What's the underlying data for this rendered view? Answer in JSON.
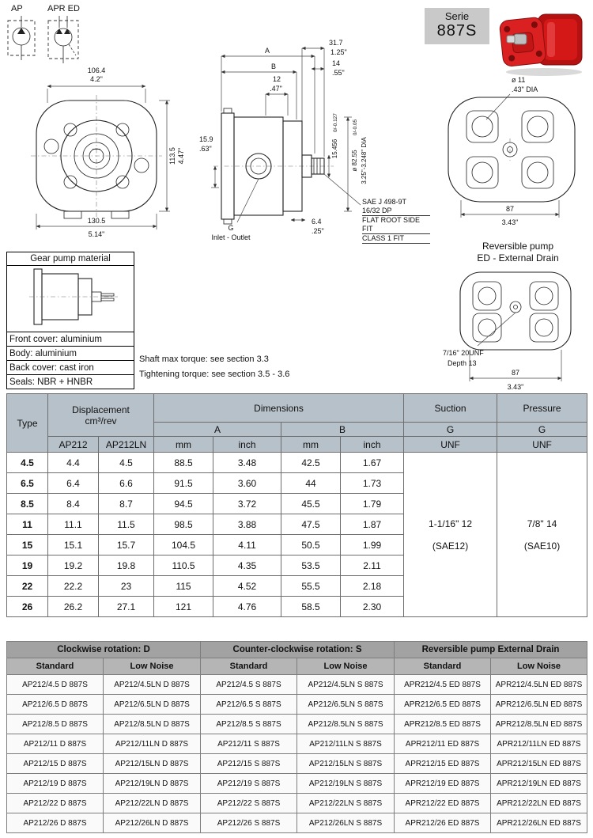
{
  "colors": {
    "table_header": "#b7c1c9",
    "order_group_header": "#a2a2a2",
    "order_sub_header": "#b5b5b5",
    "serie_box_bg": "#c9c9c9",
    "pump_red": "#c41414"
  },
  "symbols": {
    "ap": "AP",
    "apred": "APR ED"
  },
  "serie": {
    "label": "Serie",
    "value": "887S"
  },
  "front_view": {
    "top_mm": "106.4",
    "top_in": "4.2\"",
    "right_mm": "113.5",
    "right_in": "4.47\"",
    "bottom_mm": "130.5",
    "bottom_in": "5.14\""
  },
  "side_view": {
    "a": "A",
    "b": "B",
    "len1_mm": "31.7",
    "len1_in": "1.25\"",
    "len2_mm": "14",
    "len2_in": ".55\"",
    "len3_mm": "12",
    "len3_in": ".47\"",
    "port_mm": "15.9",
    "port_in": ".63\"",
    "off_mm": "6.4",
    "off_in": ".25\"",
    "shaft_dim": "15.456",
    "shaft_tol": "0/-0.127",
    "pilot_dim": "ø 82.55",
    "pilot_tol": "0/-0.05",
    "pilot_in": "3.25\"-3.248\" DIA",
    "spline_1": "SAE J 498-9T",
    "spline_2": "16/32 DP",
    "spline_3": "FLAT ROOT SIDE FIT",
    "spline_4": "CLASS 1 FIT",
    "g_label": "G",
    "g_note": "Inlet - Outlet"
  },
  "rear_view": {
    "dia_mm": "ø 11",
    "dia_in": ".43\" DIA",
    "w_mm": "87",
    "w_in": "3.43\""
  },
  "reversible": {
    "title_1": "Reversible pump",
    "title_2": "ED - External Drain",
    "thread": "7/16\" 20UNF",
    "depth": "Depth 13",
    "w_mm": "87",
    "w_in": "3.43\""
  },
  "material": {
    "title": "Gear pump material",
    "rows": [
      "Front cover: aluminium",
      "Body: aluminium",
      "Back cover: cast iron",
      "Seals: NBR + HNBR"
    ]
  },
  "notes": {
    "n1": "Shaft max torque: see section 3.3",
    "n2": "Tightening torque: see section 3.5 - 3.6"
  },
  "main_table": {
    "header": {
      "type": "Type",
      "displacement": "Displacement",
      "displacement_unit": "cm³/rev",
      "dimensions": "Dimensions",
      "a": "A",
      "b": "B",
      "ap212": "AP212",
      "ap212ln": "AP212LN",
      "mm": "mm",
      "inch": "inch",
      "suction": "Suction",
      "pressure": "Pressure",
      "g": "G",
      "unf": "UNF"
    },
    "suction_value": [
      "1-1/16\" 12",
      "(SAE12)"
    ],
    "pressure_value": [
      "7/8\"  14",
      "(SAE10)"
    ],
    "rows": [
      {
        "type": "4.5",
        "d1": "4.4",
        "d2": "4.5",
        "amm": "88.5",
        "ain": "3.48",
        "bmm": "42.5",
        "bin": "1.67"
      },
      {
        "type": "6.5",
        "d1": "6.4",
        "d2": "6.6",
        "amm": "91.5",
        "ain": "3.60",
        "bmm": "44",
        "bin": "1.73"
      },
      {
        "type": "8.5",
        "d1": "8.4",
        "d2": "8.7",
        "amm": "94.5",
        "ain": "3.72",
        "bmm": "45.5",
        "bin": "1.79"
      },
      {
        "type": "11",
        "d1": "11.1",
        "d2": "11.5",
        "amm": "98.5",
        "ain": "3.88",
        "bmm": "47.5",
        "bin": "1.87"
      },
      {
        "type": "15",
        "d1": "15.1",
        "d2": "15.7",
        "amm": "104.5",
        "ain": "4.11",
        "bmm": "50.5",
        "bin": "1.99"
      },
      {
        "type": "19",
        "d1": "19.2",
        "d2": "19.8",
        "amm": "110.5",
        "ain": "4.35",
        "bmm": "53.5",
        "bin": "2.11"
      },
      {
        "type": "22",
        "d1": "22.2",
        "d2": "23",
        "amm": "115",
        "ain": "4.52",
        "bmm": "55.5",
        "bin": "2.18"
      },
      {
        "type": "26",
        "d1": "26.2",
        "d2": "27.1",
        "amm": "121",
        "ain": "4.76",
        "bmm": "58.5",
        "bin": "2.30"
      }
    ]
  },
  "order_table": {
    "groups": [
      "Clockwise rotation: D",
      "Counter-clockwise rotation: S",
      "Reversible pump External Drain"
    ],
    "subheaders": [
      "Standard",
      "Low Noise",
      "Standard",
      "Low Noise",
      "Standard",
      "Low Noise"
    ],
    "rows": [
      [
        "AP212/4.5 D 887S",
        "AP212/4.5LN D 887S",
        "AP212/4.5 S 887S",
        "AP212/4.5LN S 887S",
        "APR212/4.5 ED 887S",
        "APR212/4.5LN ED 887S"
      ],
      [
        "AP212/6.5 D 887S",
        "AP212/6.5LN D 887S",
        "AP212/6.5 S 887S",
        "AP212/6.5LN S 887S",
        "APR212/6.5 ED 887S",
        "APR212/6.5LN ED 887S"
      ],
      [
        "AP212/8.5 D 887S",
        "AP212/8.5LN D 887S",
        "AP212/8.5 S 887S",
        "AP212/8.5LN S 887S",
        "APR212/8.5 ED 887S",
        "APR212/8.5LN ED 887S"
      ],
      [
        "AP212/11 D 887S",
        "AP212/11LN D 887S",
        "AP212/11 S 887S",
        "AP212/11LN S 887S",
        "APR212/11 ED 887S",
        "APR212/11LN ED 887S"
      ],
      [
        "AP212/15 D 887S",
        "AP212/15LN D 887S",
        "AP212/15 S 887S",
        "AP212/15LN S 887S",
        "APR212/15 ED 887S",
        "APR212/15LN ED 887S"
      ],
      [
        "AP212/19 D 887S",
        "AP212/19LN D 887S",
        "AP212/19 S 887S",
        "AP212/19LN S 887S",
        "APR212/19 ED 887S",
        "APR212/19LN ED 887S"
      ],
      [
        "AP212/22 D 887S",
        "AP212/22LN D 887S",
        "AP212/22 S 887S",
        "AP212/22LN S 887S",
        "APR212/22 ED 887S",
        "APR212/22LN ED 887S"
      ],
      [
        "AP212/26 D 887S",
        "AP212/26LN D 887S",
        "AP212/26 S 887S",
        "AP212/26LN S 887S",
        "APR212/26 ED 887S",
        "APR212/26LN ED 887S"
      ]
    ]
  }
}
